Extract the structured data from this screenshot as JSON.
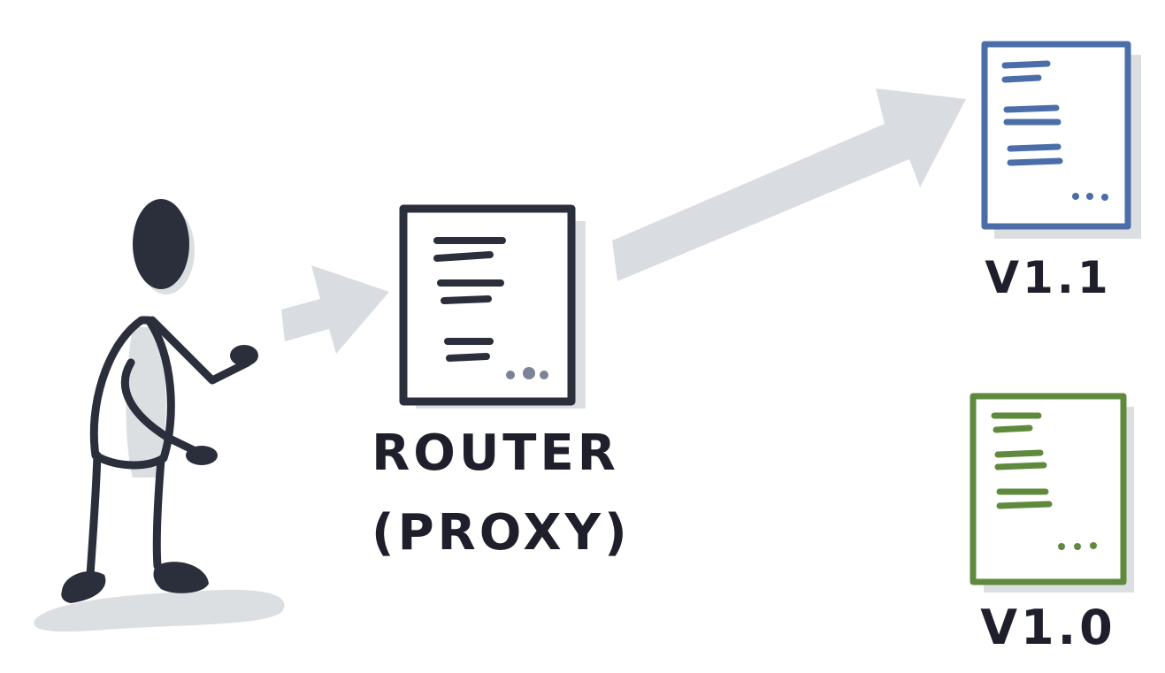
{
  "router": {
    "line1": "ROUTER",
    "line2": "(PROXY)",
    "color": "#2b2e3b"
  },
  "service_v11": {
    "label": "V1.1",
    "color": "#4b6ea8"
  },
  "service_v10": {
    "label": "V1.0",
    "color": "#5f8a3e"
  },
  "arrow_color": "#d9dde1",
  "shadow_color": "#dcdfe2",
  "person_color": "#2b2e3b"
}
